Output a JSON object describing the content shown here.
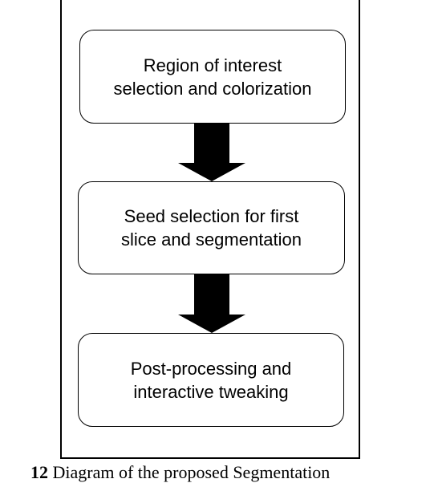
{
  "diagram": {
    "steps": [
      {
        "label": "Region of interest\nselection and colorization"
      },
      {
        "label": "Seed selection for first\nslice and segmentation"
      },
      {
        "label": "Post-processing and\ninteractive tweaking"
      }
    ]
  },
  "caption": {
    "number": "12",
    "text": "Diagram of the proposed Segmentation"
  }
}
